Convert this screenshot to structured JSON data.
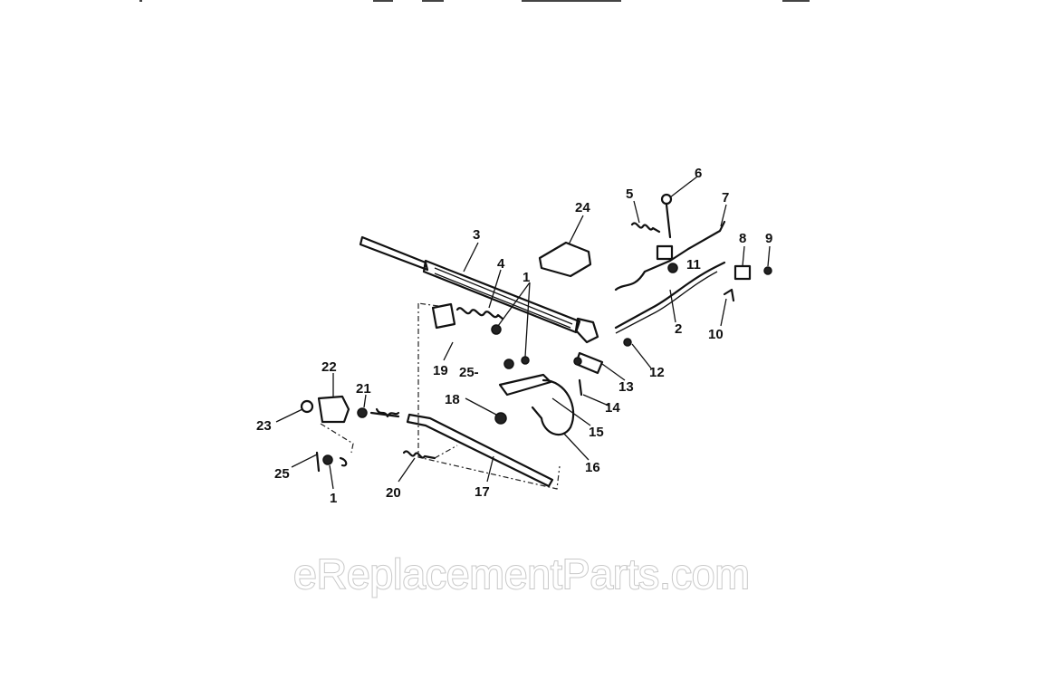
{
  "diagram": {
    "watermark": "eReplacementParts.com",
    "callouts": [
      "1",
      "2",
      "3",
      "4",
      "5",
      "6",
      "7",
      "8",
      "9",
      "10",
      "11",
      "12",
      "13",
      "14",
      "15",
      "16",
      "17",
      "18",
      "19",
      "20",
      "21",
      "22",
      "23",
      "24",
      "25",
      "25-",
      "1"
    ]
  },
  "colors": {
    "line": "#111111",
    "background": "#ffffff",
    "watermark": "#c8c8c8"
  }
}
